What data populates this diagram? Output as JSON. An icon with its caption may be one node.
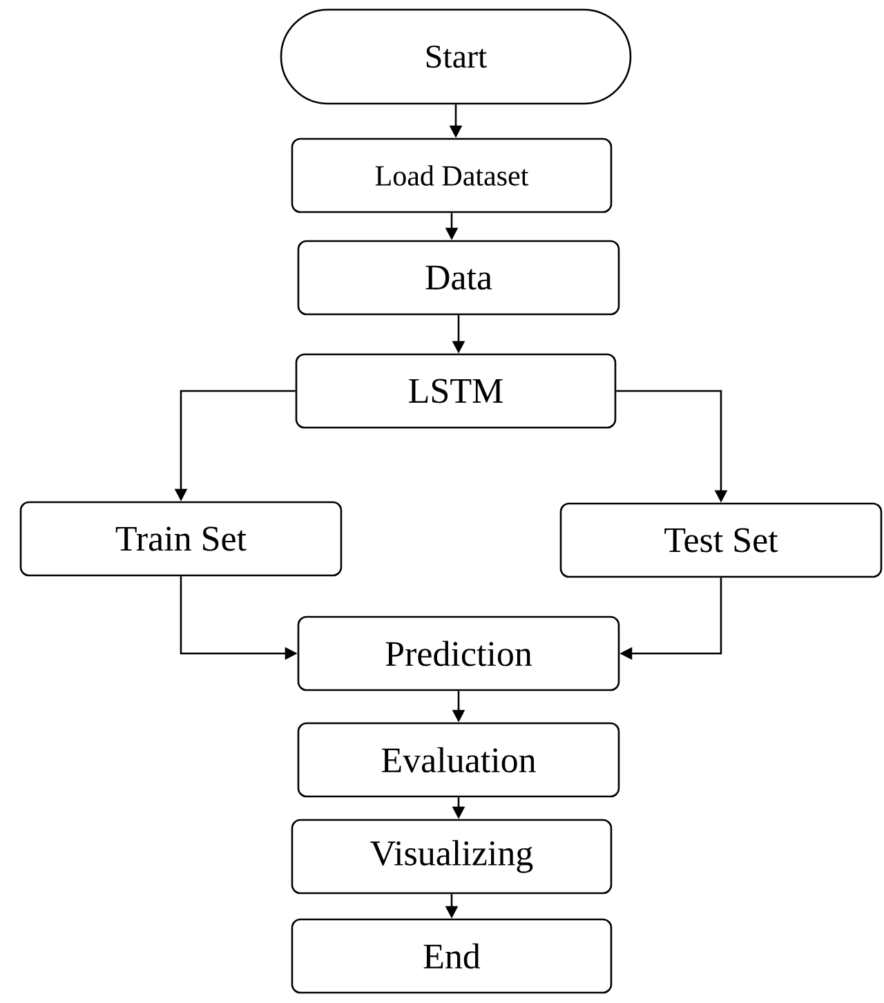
{
  "diagram": {
    "nodes": [
      {
        "text": [
          "Start"
        ]
      },
      {
        "text": [
          "Load Dataset"
        ]
      },
      {
        "text": [
          "Data"
        ]
      },
      {
        "text": [
          "LSTM"
        ]
      },
      {
        "text": [
          "Train Set"
        ]
      },
      {
        "text": [
          "Test Set"
        ]
      },
      {
        "text": [
          "Prediction"
        ]
      },
      {
        "text": [
          "Evaluation"
        ]
      },
      {
        "text": [
          "Visualizing"
        ]
      },
      {
        "text": [
          "End"
        ]
      }
    ],
    "edges": [
      {
        "from": 0,
        "to": 1,
        "arrow": "to"
      },
      {
        "from": 1,
        "to": 2,
        "arrow": "to"
      },
      {
        "from": 2,
        "to": 3,
        "arrow": "to"
      },
      {
        "from": 3,
        "to": 4,
        "arrow": "to"
      },
      {
        "from": 3,
        "to": 5,
        "arrow": "to"
      },
      {
        "from": 4,
        "to": 6,
        "arrow": "to"
      },
      {
        "from": 5,
        "to": 6,
        "arrow": "to"
      },
      {
        "from": 6,
        "to": 7,
        "arrow": "to"
      },
      {
        "from": 7,
        "to": 8,
        "arrow": "to"
      },
      {
        "from": 8,
        "to": 9,
        "arrow": "to"
      }
    ]
  }
}
